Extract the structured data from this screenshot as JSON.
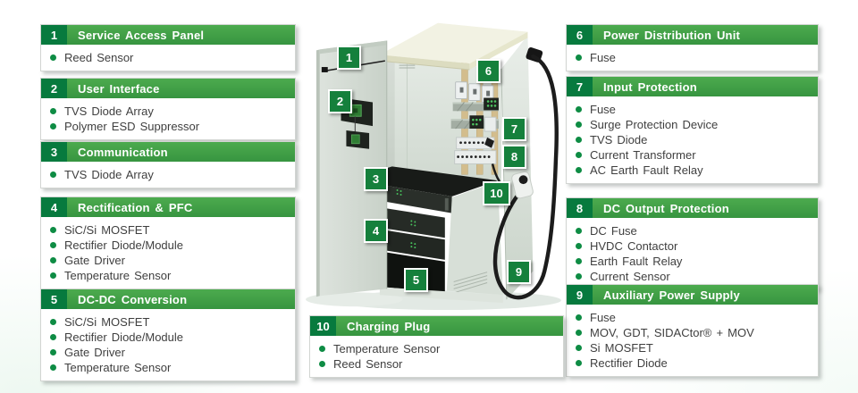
{
  "colors": {
    "header_green_top": "#4cab4e",
    "header_green_bottom": "#379540",
    "number_box_green": "#077a3e",
    "bullet_green": "#0e8c44",
    "badge_green": "#15803c",
    "body_text": "#3f3f3f"
  },
  "diagram": {
    "description": "EV charging cabinet 3D illustration with numbered callouts",
    "badges": [
      "1",
      "2",
      "3",
      "4",
      "5",
      "6",
      "7",
      "8",
      "9",
      "10"
    ]
  },
  "panels": [
    {
      "number": "1",
      "title": "Service Access Panel",
      "items": [
        "Reed Sensor"
      ]
    },
    {
      "number": "2",
      "title": "User Interface",
      "items": [
        "TVS Diode Array",
        "Polymer ESD Suppressor"
      ]
    },
    {
      "number": "3",
      "title": "Communication",
      "items": [
        "TVS Diode Array"
      ]
    },
    {
      "number": "4",
      "title": "Rectification & PFC",
      "items": [
        "SiC/Si MOSFET",
        "Rectifier Diode/Module",
        "Gate Driver",
        "Temperature Sensor"
      ]
    },
    {
      "number": "5",
      "title": "DC-DC Conversion",
      "items": [
        "SiC/Si MOSFET",
        "Rectifier Diode/Module",
        "Gate Driver",
        "Temperature Sensor"
      ]
    },
    {
      "number": "6",
      "title": "Power Distribution Unit",
      "items": [
        "Fuse"
      ]
    },
    {
      "number": "7",
      "title": "Input Protection",
      "items": [
        "Fuse",
        "Surge Protection Device",
        "TVS Diode",
        "Current Transformer",
        "AC Earth Fault Relay"
      ]
    },
    {
      "number": "8",
      "title": "DC Output Protection",
      "items": [
        "DC Fuse",
        "HVDC Contactor",
        "Earth Fault Relay",
        "Current Sensor"
      ]
    },
    {
      "number": "9",
      "title": "Auxiliary Power Supply",
      "items": [
        "Fuse",
        "MOV, GDT, SIDACtor® + MOV",
        "Si MOSFET",
        "Rectifier Diode"
      ]
    },
    {
      "number": "10",
      "title": "Charging Plug",
      "items": [
        "Temperature Sensor",
        "Reed Sensor"
      ]
    }
  ]
}
